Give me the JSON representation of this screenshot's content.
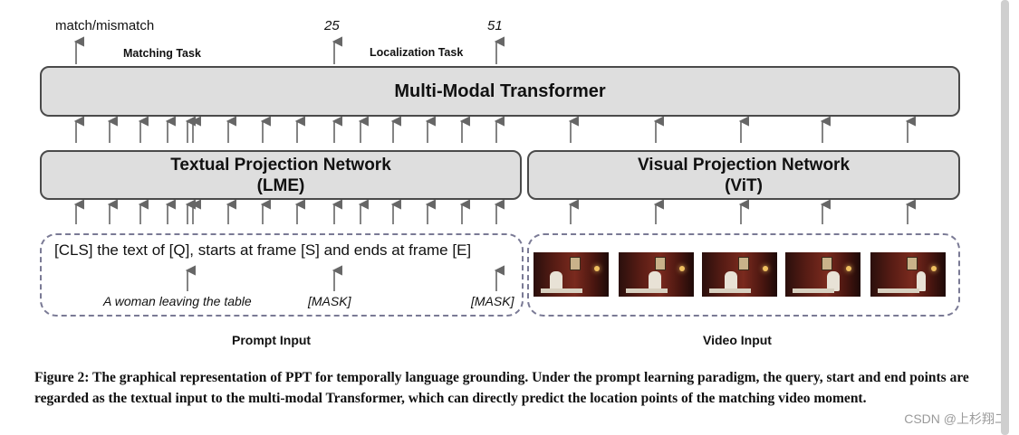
{
  "outputs": {
    "match": "match/mismatch",
    "start": "25",
    "end": "51",
    "matching_task": "Matching Task",
    "localization_task": "Localization Task"
  },
  "transformer": {
    "title": "Multi-Modal Transformer"
  },
  "textual_network": {
    "line1": "Textual Projection Network",
    "line2": "(LME)"
  },
  "visual_network": {
    "line1": "Visual Projection Network",
    "line2": "(ViT)"
  },
  "prompt": {
    "template": "[CLS] the text of [Q], starts at frame [S] and ends at frame [E]",
    "query": "A woman leaving the table",
    "mask1": "[MASK]",
    "mask2": "[MASK]",
    "label": "Prompt Input"
  },
  "video": {
    "label": "Video Input"
  },
  "caption": "Figure 2: The graphical representation of PPT for temporally language grounding. Under the prompt learning paradigm, the query, start and end points are regarded as the textual input to the multi-modal Transformer, which can directly predict the location points of the matching video moment.",
  "watermark": "CSDN @上杉翔二"
}
